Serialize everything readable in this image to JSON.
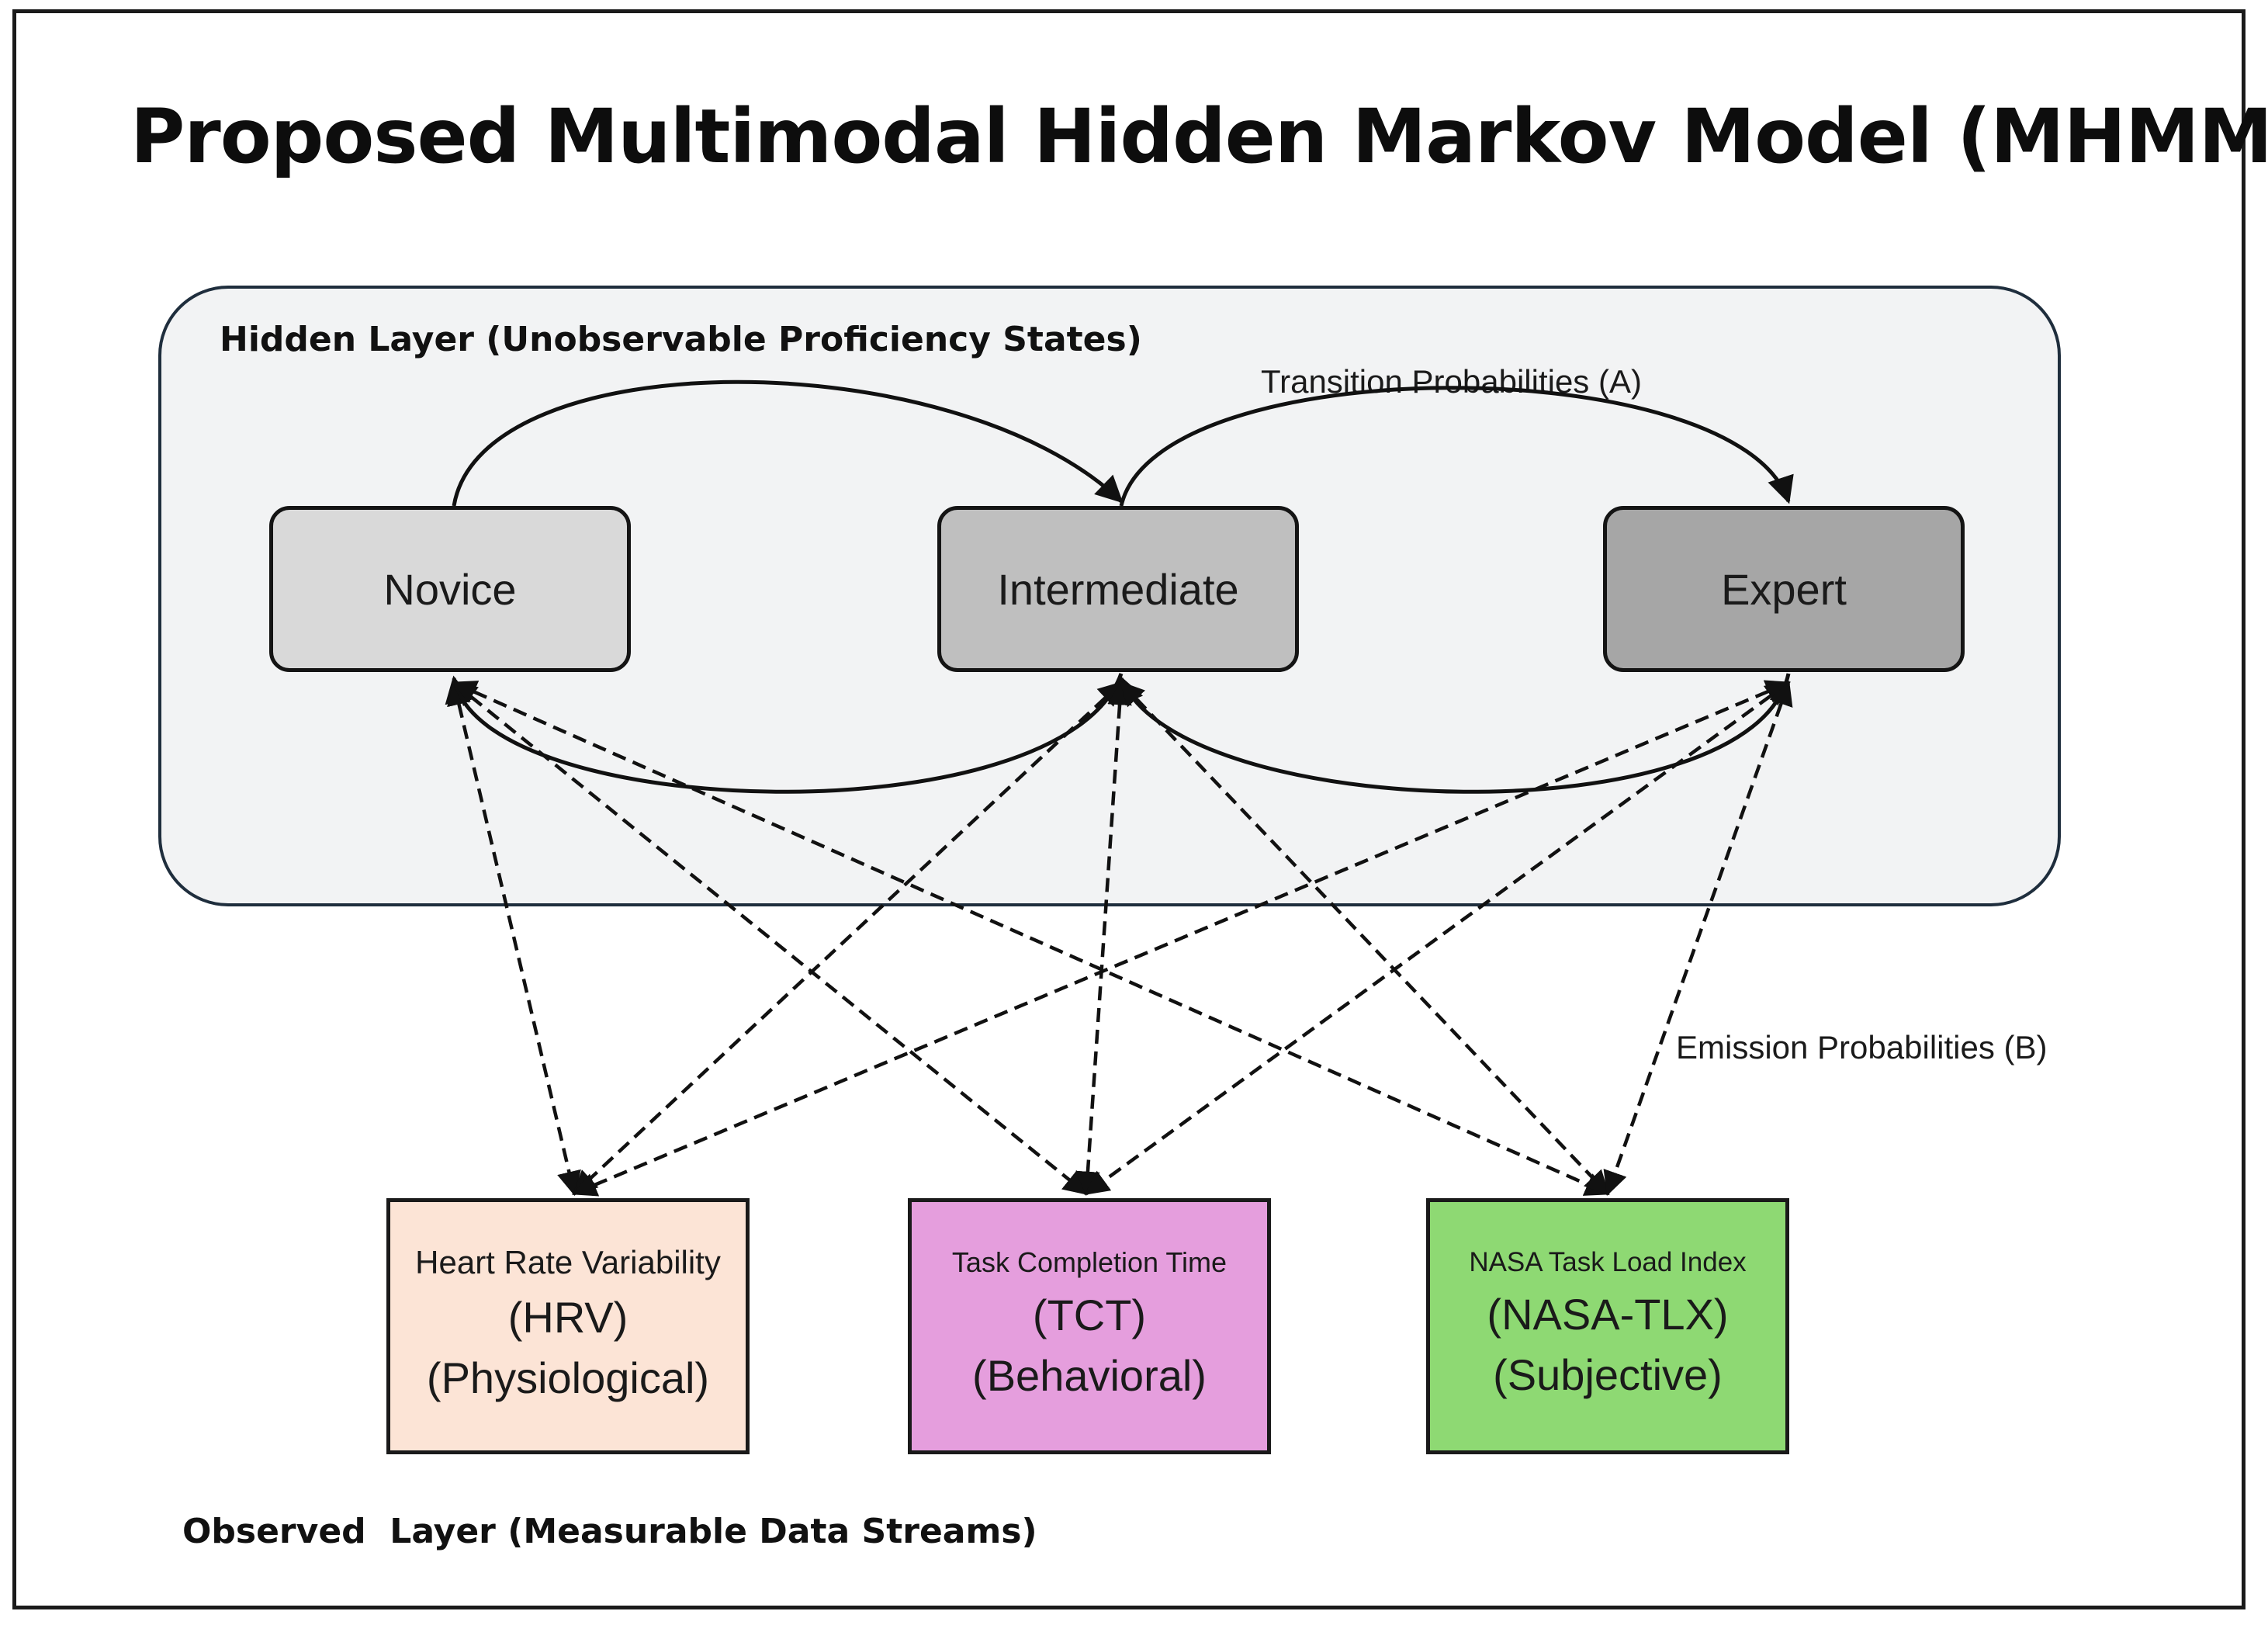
{
  "title": "Proposed Multimodal Hidden Markov Model (MHMM)",
  "hidden_layer": {
    "label": "Hidden Layer (Unobservable Proficiency States)",
    "states": [
      "Novice",
      "Intermediate",
      "Expert"
    ]
  },
  "observed_layer": {
    "label": "Observed  Layer (Measurable Data Streams)",
    "observations": [
      {
        "name": "Heart Rate Variability",
        "abbr": "(HRV)",
        "kind": "(Physiological)",
        "color": "#fce4d6"
      },
      {
        "name": "Task Completion Time",
        "abbr": "(TCT)",
        "kind": "(Behavioral)",
        "color": "#e59edd"
      },
      {
        "name": "NASA Task Load Index",
        "abbr": "(NASA-TLX)",
        "kind": "(Subjective)",
        "color": "#8ed973"
      }
    ]
  },
  "edge_labels": {
    "transition": "Transition Probabilities (A)",
    "emission": "Emission Probabilities (B)"
  },
  "colors": {
    "novice": "#d9d9d9",
    "intermediate": "#bfbfbf",
    "expert": "#a6a6a6",
    "panel": "#f2f3f4",
    "panel_border": "#1f2e3d"
  }
}
